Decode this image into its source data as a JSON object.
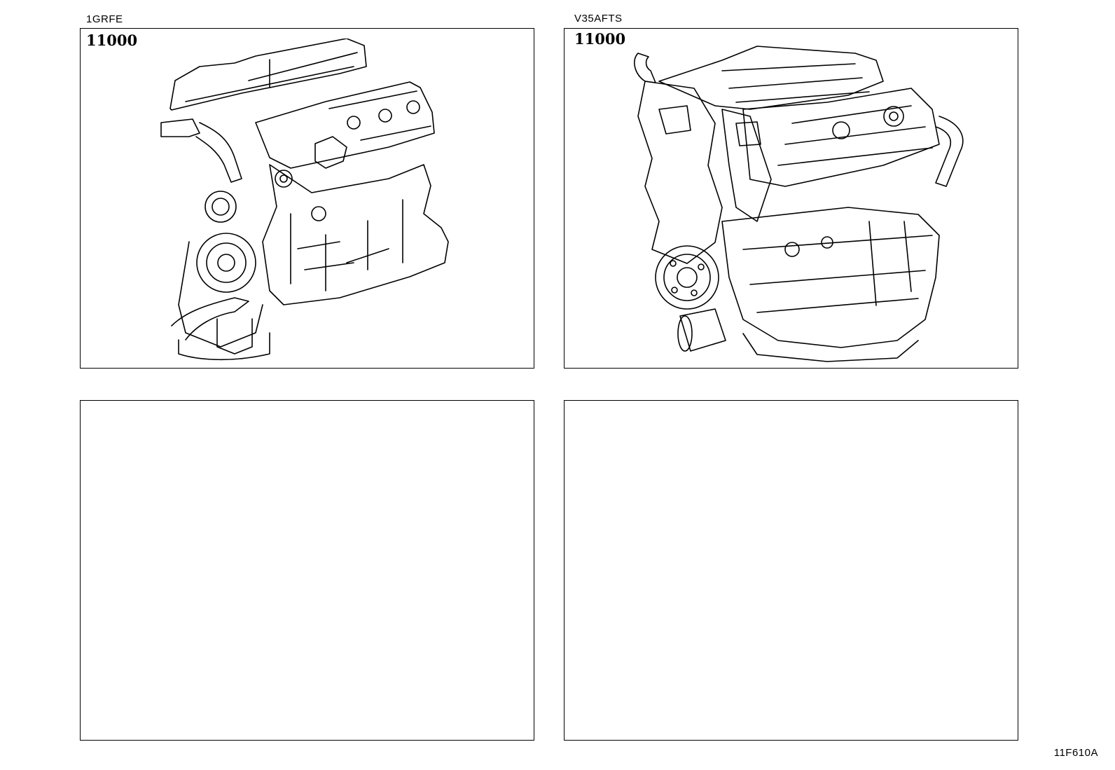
{
  "panels": [
    {
      "engine_code": "1GRFE",
      "part_number": "11000",
      "illustration": "engine-assembly-1grfe-line-drawing"
    },
    {
      "engine_code": "V35AFTS",
      "part_number": "11000",
      "illustration": "engine-assembly-v35afts-line-drawing"
    },
    {
      "engine_code": "",
      "part_number": "",
      "illustration": ""
    },
    {
      "engine_code": "",
      "part_number": "",
      "illustration": ""
    }
  ],
  "figure_code": "11F610A"
}
